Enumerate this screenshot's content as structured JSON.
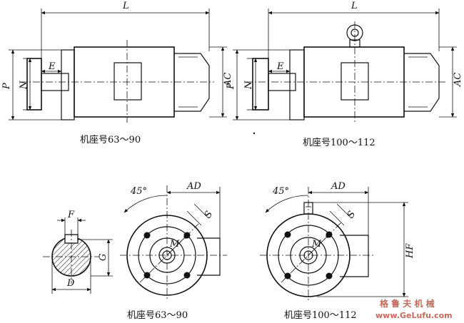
{
  "captions": {
    "side_63_90": "机座号63～90",
    "side_100_112": "机座号100～112",
    "end_63_90": "机座号63～90",
    "end_100_112": "机座号100～112"
  },
  "dims": {
    "L": "L",
    "P": "P",
    "N": "N",
    "E": "E",
    "AC": "AC",
    "AD": "AD",
    "S": "S",
    "M": "M",
    "HF": "HF",
    "F": "F",
    "G": "G",
    "D": "D",
    "angle": "45°"
  },
  "watermark": {
    "brand": "格 鲁 夫 机 械",
    "url": "www.GeLufu.com"
  },
  "colors": {
    "line": "#111111",
    "watermark": "#c46a5c"
  }
}
